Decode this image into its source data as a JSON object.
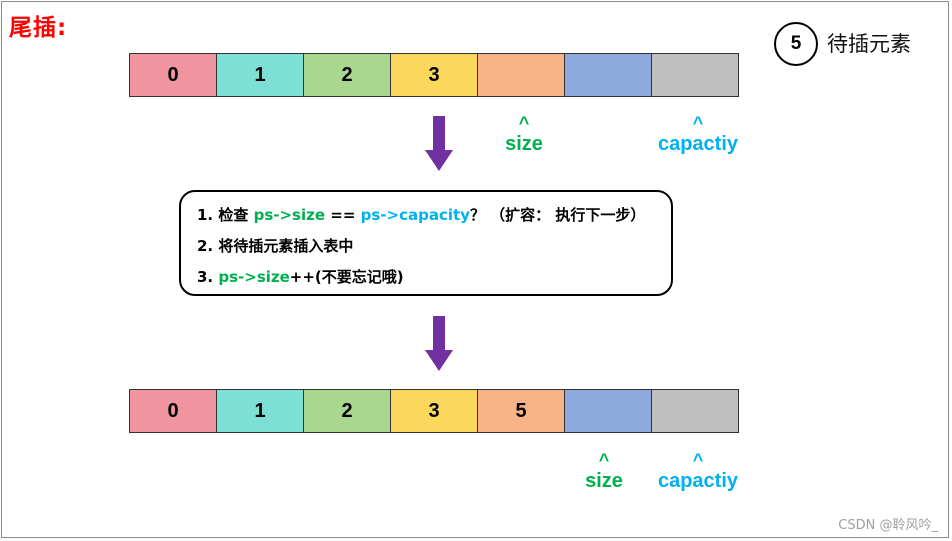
{
  "title": "尾插:",
  "legend": {
    "number": "5",
    "label": "待插元素"
  },
  "colors": {
    "cells": [
      "#f0959f",
      "#7ddfd5",
      "#a9d78d",
      "#fbd75b",
      "#f6b387",
      "#8eaadc",
      "#bfbfbf"
    ],
    "arrow": "#7030a0",
    "size": "#00b050",
    "capacity": "#00b0f0",
    "title": "#ff0000"
  },
  "array_before": {
    "cells": [
      "0",
      "1",
      "2",
      "3",
      "",
      "",
      ""
    ]
  },
  "array_after": {
    "cells": [
      "0",
      "1",
      "2",
      "3",
      "5",
      "",
      ""
    ]
  },
  "pointers_before": {
    "size": {
      "caret": "^",
      "label": "size"
    },
    "capacity": {
      "caret": "^",
      "label": "capactiy"
    }
  },
  "pointers_after": {
    "size": {
      "caret": "^",
      "label": "size"
    },
    "capacity": {
      "caret": "^",
      "label": "capactiy"
    }
  },
  "steps": {
    "step1": {
      "prefix": "1. 检查 ",
      "size": "ps->size",
      "op": " == ",
      "capacity": "ps->capacity",
      "suffix": "？ （扩容： 执行下一步）"
    },
    "step2": {
      "text": "2. 将待插元素插入表中"
    },
    "step3": {
      "prefix": "3. ",
      "size": "ps->size",
      "suffix": "++(不要忘记哦)"
    }
  },
  "watermark": "CSDN @聆风吟_"
}
